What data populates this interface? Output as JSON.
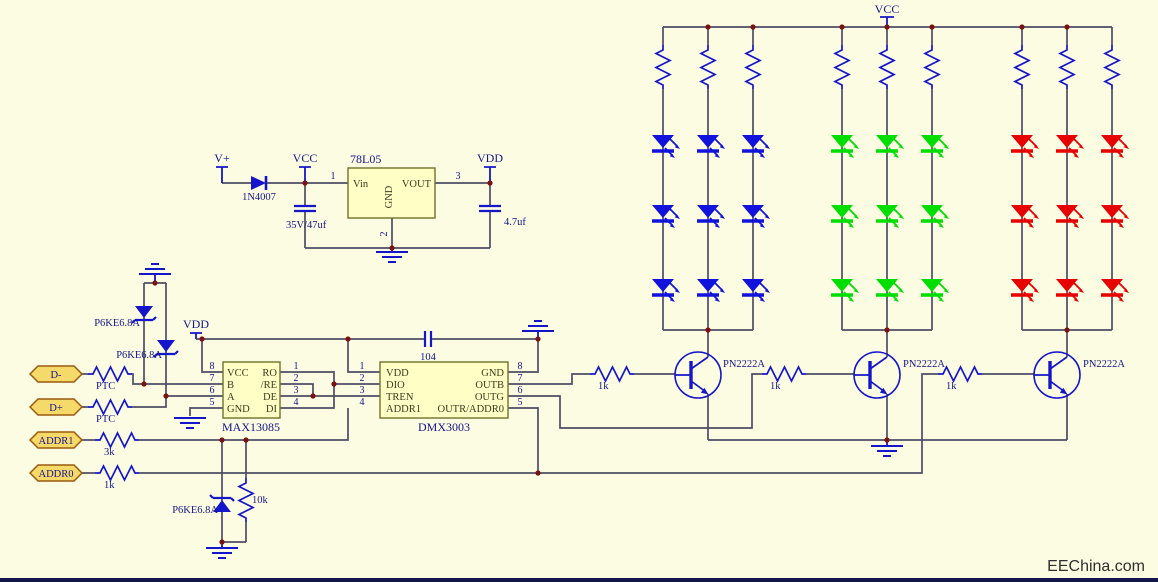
{
  "watermark": "EEChina.com",
  "colors": {
    "background": "#FCFCE2",
    "wire": "#4d4d66",
    "component_blue": "#1515cb",
    "label_navy": "#14148c",
    "chip_fill": "#FFFFC5",
    "chip_border": "#70702d",
    "chip_text": "#3a3a20",
    "junction_dot": "#7a1212",
    "port_fill": "#F5D969",
    "port_border": "#9a5b10",
    "led_blue": "#1212dd",
    "led_green": "#00DE00",
    "led_red": "#E60000",
    "border_strip": "#15154e"
  },
  "power_supply": {
    "input_label": "V+",
    "vcc_label": "VCC",
    "vdd_label": "VDD",
    "rectifier": "1N4007",
    "regulator": "78L05",
    "pin_vin": "Vin",
    "pin_vout": "VOUT",
    "pin_gnd": "GND",
    "pin_numbers": {
      "vin": "1",
      "gnd": "2",
      "vout": "3"
    },
    "input_cap": "35V/47uf",
    "output_cap": "4.7uf"
  },
  "bus_input": {
    "ports": [
      {
        "label": "D-"
      },
      {
        "label": "D+"
      },
      {
        "label": "ADDR1"
      },
      {
        "label": "ADDR0"
      }
    ],
    "ptc_label": "PTC",
    "tvs_label": "P6KE6.8A",
    "addr1_resistor": "3k",
    "addr0_resistor": "1k",
    "pulldown_resistor": "10k",
    "vdd_label": "VDD"
  },
  "transceiver": {
    "name": "MAX13085",
    "pins_left": [
      {
        "num": "8",
        "name": "VCC"
      },
      {
        "num": "7",
        "name": "B"
      },
      {
        "num": "6",
        "name": "A"
      },
      {
        "num": "5",
        "name": "GND"
      }
    ],
    "pins_right": [
      {
        "num": "1",
        "name": "RO"
      },
      {
        "num": "2",
        "name": "/RE"
      },
      {
        "num": "3",
        "name": "DE"
      },
      {
        "num": "4",
        "name": "DI"
      }
    ]
  },
  "controller": {
    "name": "DMX3003",
    "decoupling_cap": "104",
    "pins_left": [
      {
        "num": "1",
        "name": "VDD"
      },
      {
        "num": "2",
        "name": "DIO"
      },
      {
        "num": "3",
        "name": "TREN"
      },
      {
        "num": "4",
        "name": "ADDR1"
      }
    ],
    "pins_right": [
      {
        "num": "8",
        "name": "GND"
      },
      {
        "num": "7",
        "name": "OUTB"
      },
      {
        "num": "6",
        "name": "OUTG"
      },
      {
        "num": "5",
        "name": "OUTR/ADDR0"
      }
    ]
  },
  "drivers": {
    "transistor": "PN2222A",
    "base_resistor": "1k",
    "channels": [
      "blue",
      "green",
      "red"
    ]
  },
  "led_array": {
    "vcc_label": "VCC",
    "columns_per_color": 3,
    "leds_per_column": 3
  }
}
